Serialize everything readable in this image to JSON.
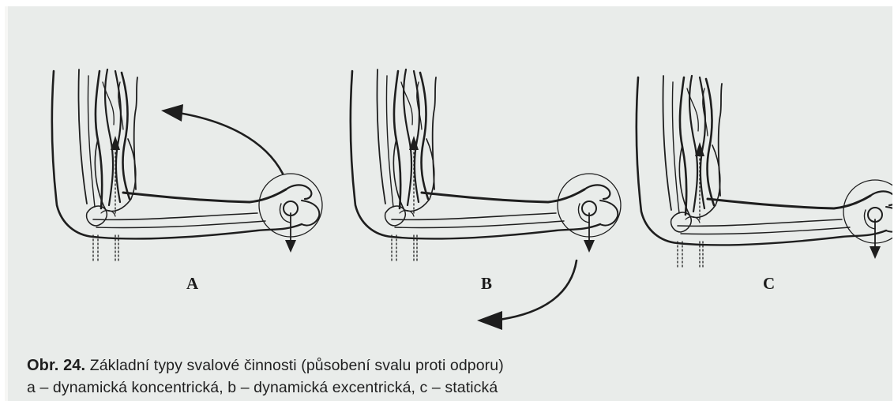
{
  "figure": {
    "panels": [
      {
        "id": "a",
        "label": "A"
      },
      {
        "id": "b",
        "label": "B"
      },
      {
        "id": "c",
        "label": "C"
      }
    ]
  },
  "caption": {
    "number": "Obr. 24.",
    "title": "Základní typy svalové činnosti (působení svalu proti odporu)",
    "legend": "a – dynamická koncentrická, b – dynamická excentrická, c – statická"
  }
}
